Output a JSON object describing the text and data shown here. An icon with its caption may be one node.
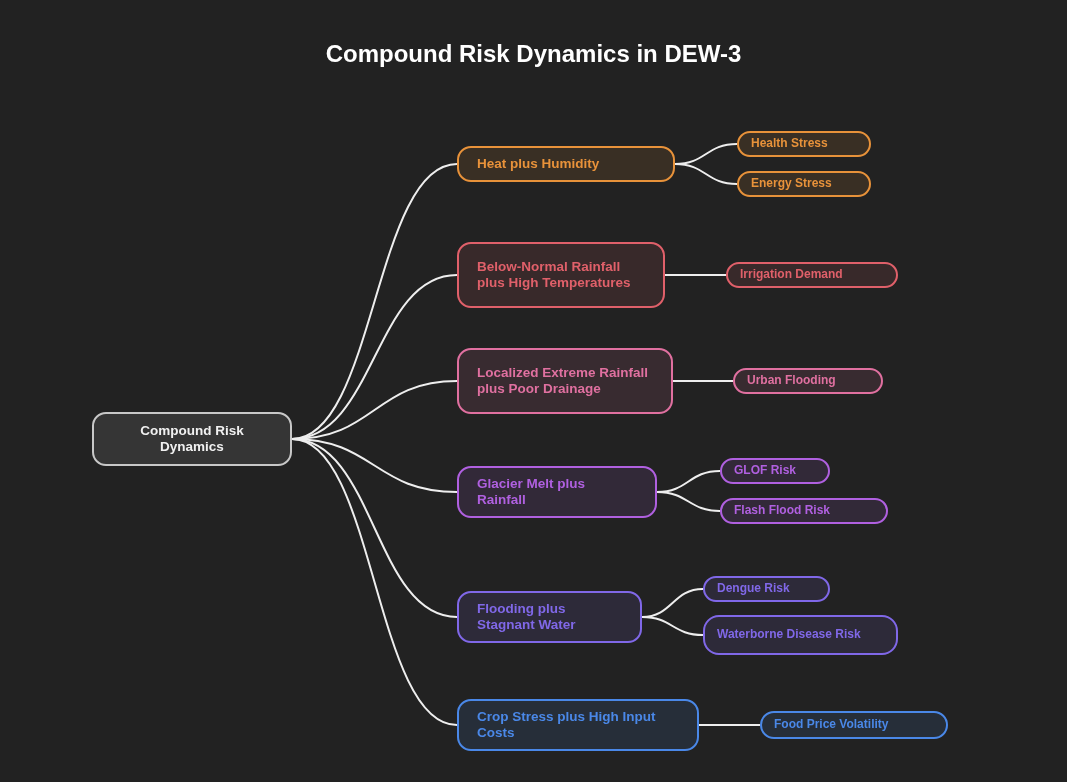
{
  "diagram": {
    "title": "Compound Risk Dynamics in DEW-3",
    "nodes": [
      {
        "text": [
          "Compound Risk Dynamics"
        ]
      },
      {
        "text": [
          "Heat plus Humidity"
        ]
      },
      {
        "text": [
          "Health Stress"
        ]
      },
      {
        "text": [
          "Energy Stress"
        ]
      },
      {
        "text": [
          "Below-Normal Rainfall plus High Temperatures"
        ]
      },
      {
        "text": [
          "Irrigation Demand"
        ]
      },
      {
        "text": [
          "Localized Extreme Rainfall plus Poor Drainage"
        ]
      },
      {
        "text": [
          "Urban Flooding"
        ]
      },
      {
        "text": [
          "Glacier Melt plus Rainfall"
        ]
      },
      {
        "text": [
          "GLOF Risk"
        ]
      },
      {
        "text": [
          "Flash Flood Risk"
        ]
      },
      {
        "text": [
          "Flooding plus Stagnant Water"
        ]
      },
      {
        "text": [
          "Dengue Risk"
        ]
      },
      {
        "text": [
          "Waterborne Disease Risk"
        ]
      },
      {
        "text": [
          "Crop Stress plus High Input Costs"
        ]
      },
      {
        "text": [
          "Food Price Volatility"
        ]
      }
    ],
    "edges": [
      {
        "from": 0,
        "to": 1,
        "arrow": "none"
      },
      {
        "from": 0,
        "to": 4,
        "arrow": "none"
      },
      {
        "from": 0,
        "to": 6,
        "arrow": "none"
      },
      {
        "from": 0,
        "to": 8,
        "arrow": "none"
      },
      {
        "from": 0,
        "to": 11,
        "arrow": "none"
      },
      {
        "from": 0,
        "to": 14,
        "arrow": "none"
      },
      {
        "from": 1,
        "to": 2,
        "arrow": "none"
      },
      {
        "from": 1,
        "to": 3,
        "arrow": "none"
      },
      {
        "from": 4,
        "to": 5,
        "arrow": "none"
      },
      {
        "from": 6,
        "to": 7,
        "arrow": "none"
      },
      {
        "from": 8,
        "to": 9,
        "arrow": "none"
      },
      {
        "from": 8,
        "to": 10,
        "arrow": "none"
      },
      {
        "from": 11,
        "to": 12,
        "arrow": "none"
      },
      {
        "from": 11,
        "to": 13,
        "arrow": "none"
      },
      {
        "from": 14,
        "to": 15,
        "arrow": "none"
      }
    ]
  }
}
